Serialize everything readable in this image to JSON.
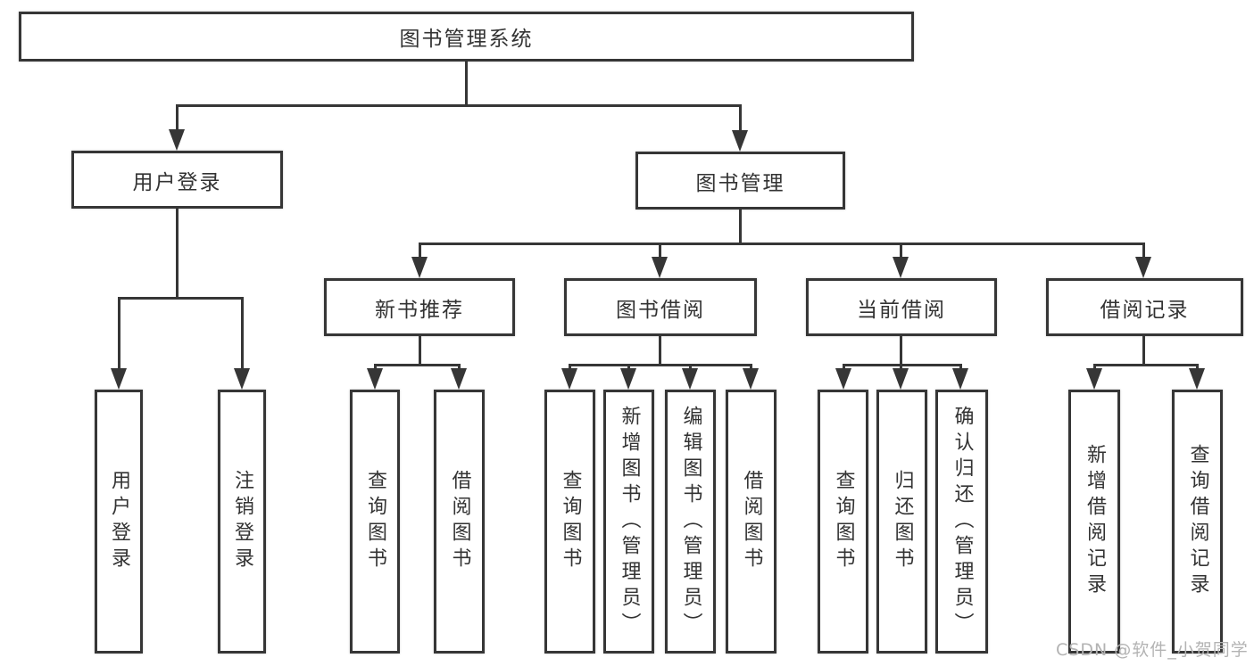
{
  "diagram": {
    "root": {
      "label": "图书管理系统"
    },
    "level2": [
      {
        "label": "用户登录"
      },
      {
        "label": "图书管理"
      }
    ],
    "level3": [
      {
        "label": "新书推荐"
      },
      {
        "label": "图书借阅"
      },
      {
        "label": "当前借阅"
      },
      {
        "label": "借阅记录"
      }
    ],
    "leaves": {
      "user": [
        "用户登录",
        "注销登录"
      ],
      "newbook": [
        "查询图书",
        "借阅图书"
      ],
      "borrow": [
        "查询图书",
        "新增图书（管理员）",
        "编辑图书（管理员）",
        "借阅图书"
      ],
      "current": [
        "查询图书",
        "归还图书",
        "确认归还（管理员）"
      ],
      "record": [
        "新增借阅记录",
        "查询借阅记录"
      ]
    }
  },
  "watermark": "CSDN @软件_小贺同学",
  "colors": {
    "line": "#363636",
    "text": "#333333",
    "watermark": "#b3b3b3",
    "background": "#ffffff"
  }
}
